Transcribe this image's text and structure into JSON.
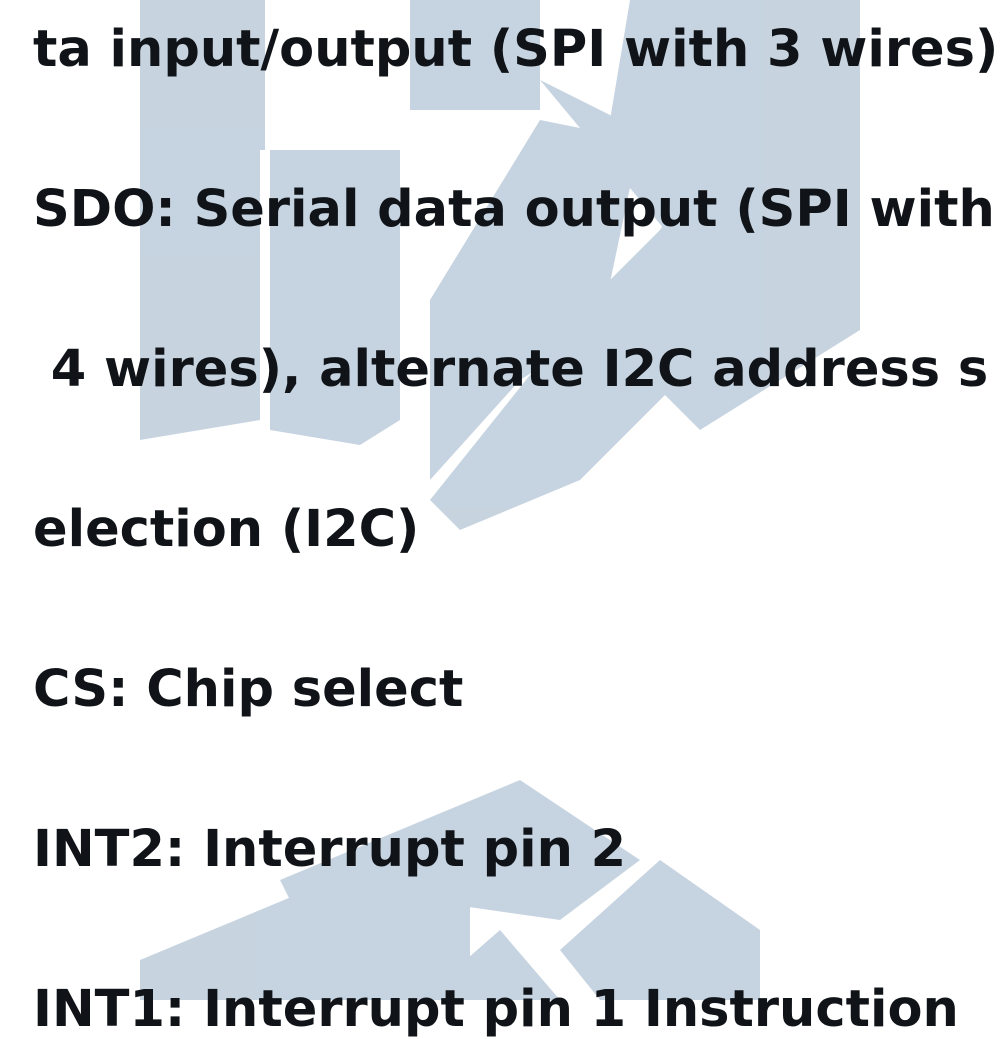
{
  "document": {
    "lines": [
      "ta input/output (SPI with 3 wires)",
      "SDO: Serial data output (SPI with",
      " 4 wires), alternate I2C address s",
      "election (I2C)",
      "CS: Chip select",
      "INT2: Interrupt pin 2",
      "INT1: Interrupt pin 1 Instruction"
    ]
  },
  "watermark": {
    "color": "#a9bccf",
    "kind": "logo-watermark"
  }
}
